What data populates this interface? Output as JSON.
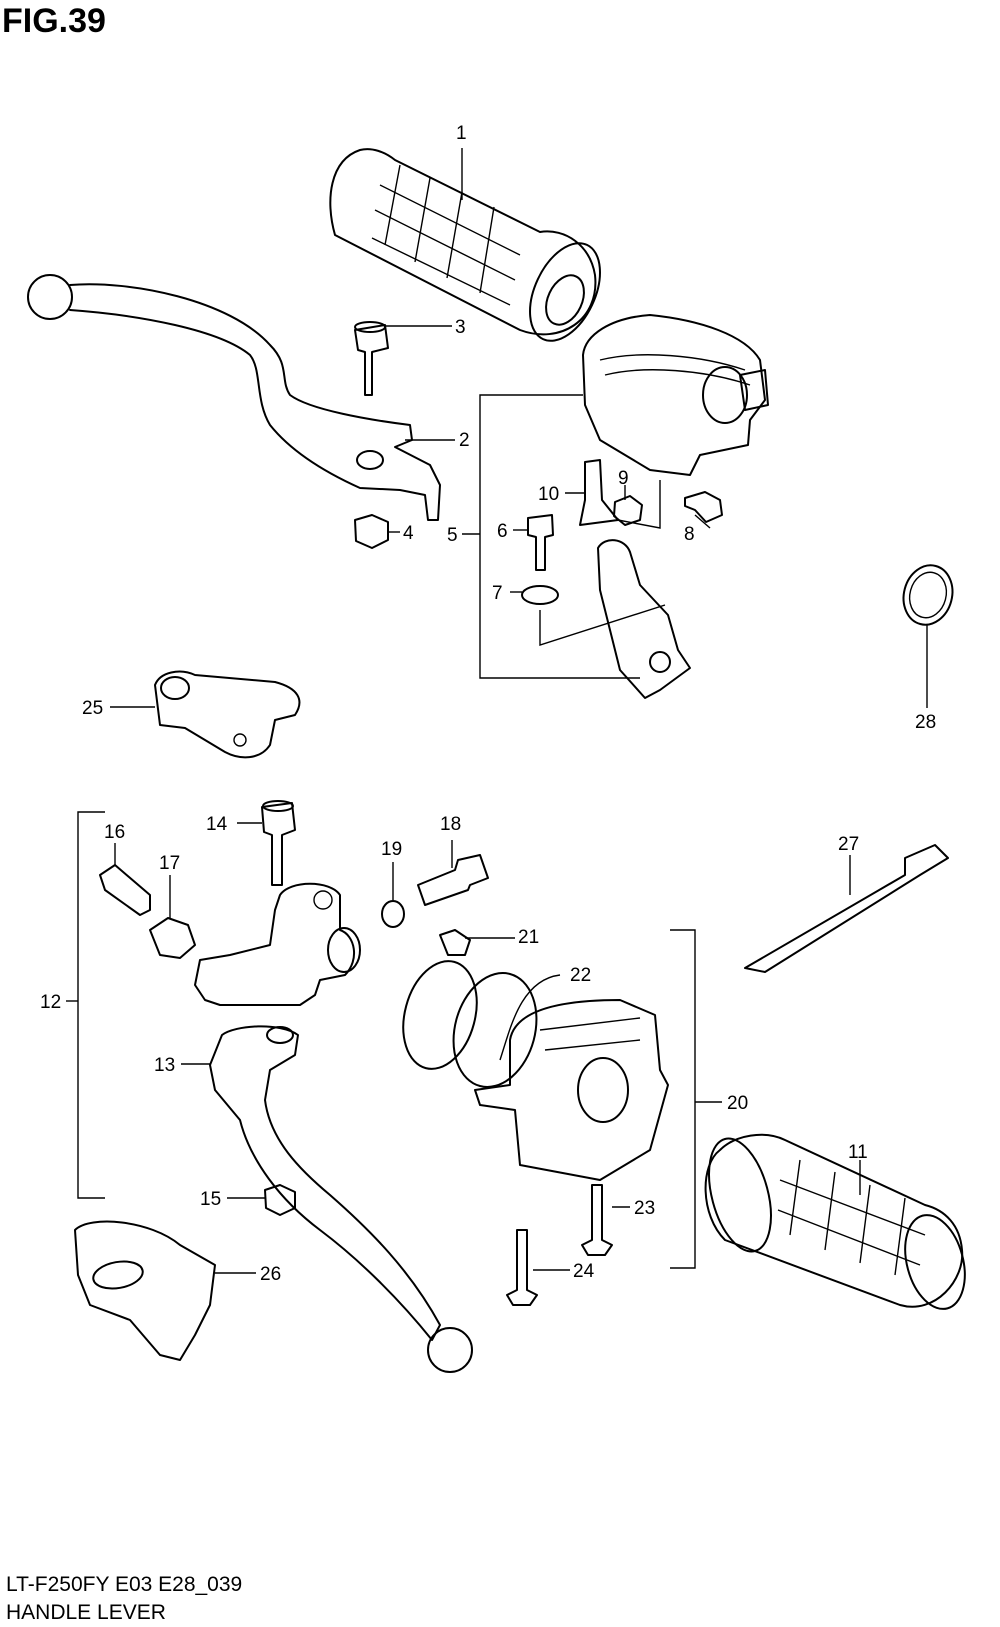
{
  "figure": {
    "title": "FIG.39",
    "model_code": "LT-F250FY E03 E28_039",
    "caption": "HANDLE LEVER"
  },
  "callouts": [
    "1",
    "2",
    "3",
    "4",
    "5",
    "6",
    "7",
    "8",
    "9",
    "10",
    "11",
    "12",
    "13",
    "14",
    "15",
    "16",
    "17",
    "18",
    "19",
    "20",
    "21",
    "22",
    "23",
    "24",
    "25",
    "26",
    "27",
    "28"
  ]
}
